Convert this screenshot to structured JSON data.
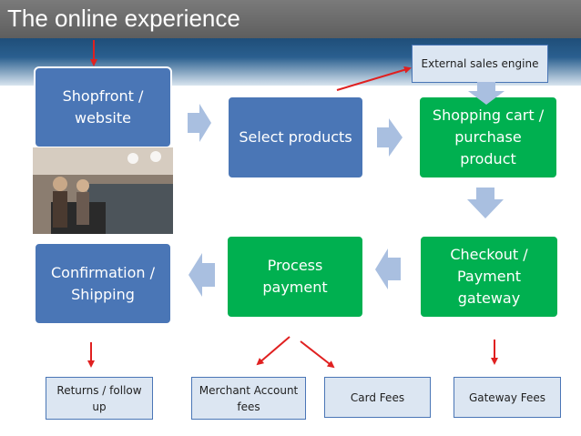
{
  "slide": {
    "title": "The online experience"
  },
  "steps": {
    "shopfront": "Shopfront /\nwebsite",
    "select": "Select products",
    "cart": "Shopping cart /\npurchase\nproduct",
    "checkout": "Checkout /\nPayment\ngateway",
    "process": "Process\npayment",
    "confirm": "Confirmation /\nShipping"
  },
  "notes": {
    "external": "External sales engine",
    "returns": "Returns / follow\nup",
    "merchant": "Merchant\nAccount fees",
    "card": "Card Fees",
    "gateway": "Gateway Fees"
  },
  "colors": {
    "step_blue": "#4a76b6",
    "step_green": "#00b050",
    "arrow_red": "#e02020",
    "chevron": "#a9bfe0",
    "note_bg": "#dce6f2"
  }
}
